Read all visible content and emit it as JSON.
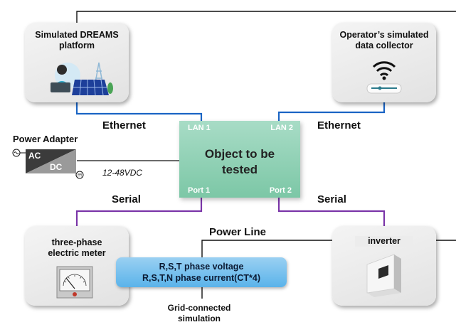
{
  "platform": {
    "title_line1": "Simulated DREAMS",
    "title_line2": "platform"
  },
  "collector": {
    "title_line1": "Operator’s simulated",
    "title_line2": "data collector"
  },
  "links": {
    "ethernet_left": "Ethernet",
    "ethernet_right": "Ethernet",
    "serial_left": "Serial",
    "serial_right": "Serial",
    "power_line": "Power Line"
  },
  "device": {
    "title_line1": "Object to be",
    "title_line2": "tested",
    "lan1": "LAN 1",
    "lan2": "LAN 2",
    "port1": "Port 1",
    "port2": "Port 2",
    "color": "#8fd1b6"
  },
  "adapter": {
    "label": "Power Adapter",
    "ac": "AC",
    "dc": "DC",
    "voltage": "12-48VDC"
  },
  "meter": {
    "title_line1": "three-phase",
    "title_line2": "electric meter"
  },
  "measurements": {
    "line1": "R,S,T phase voltage",
    "line2": "R,S,T,N phase current(CT*4)",
    "color": "#6dbcec"
  },
  "inverter": {
    "title": "inverter"
  },
  "grid": {
    "line1": "Grid-connected",
    "line2": "simulation"
  },
  "colors": {
    "ethernet": "#1a64c4",
    "serial": "#7a35a8",
    "wire": "#111111"
  }
}
